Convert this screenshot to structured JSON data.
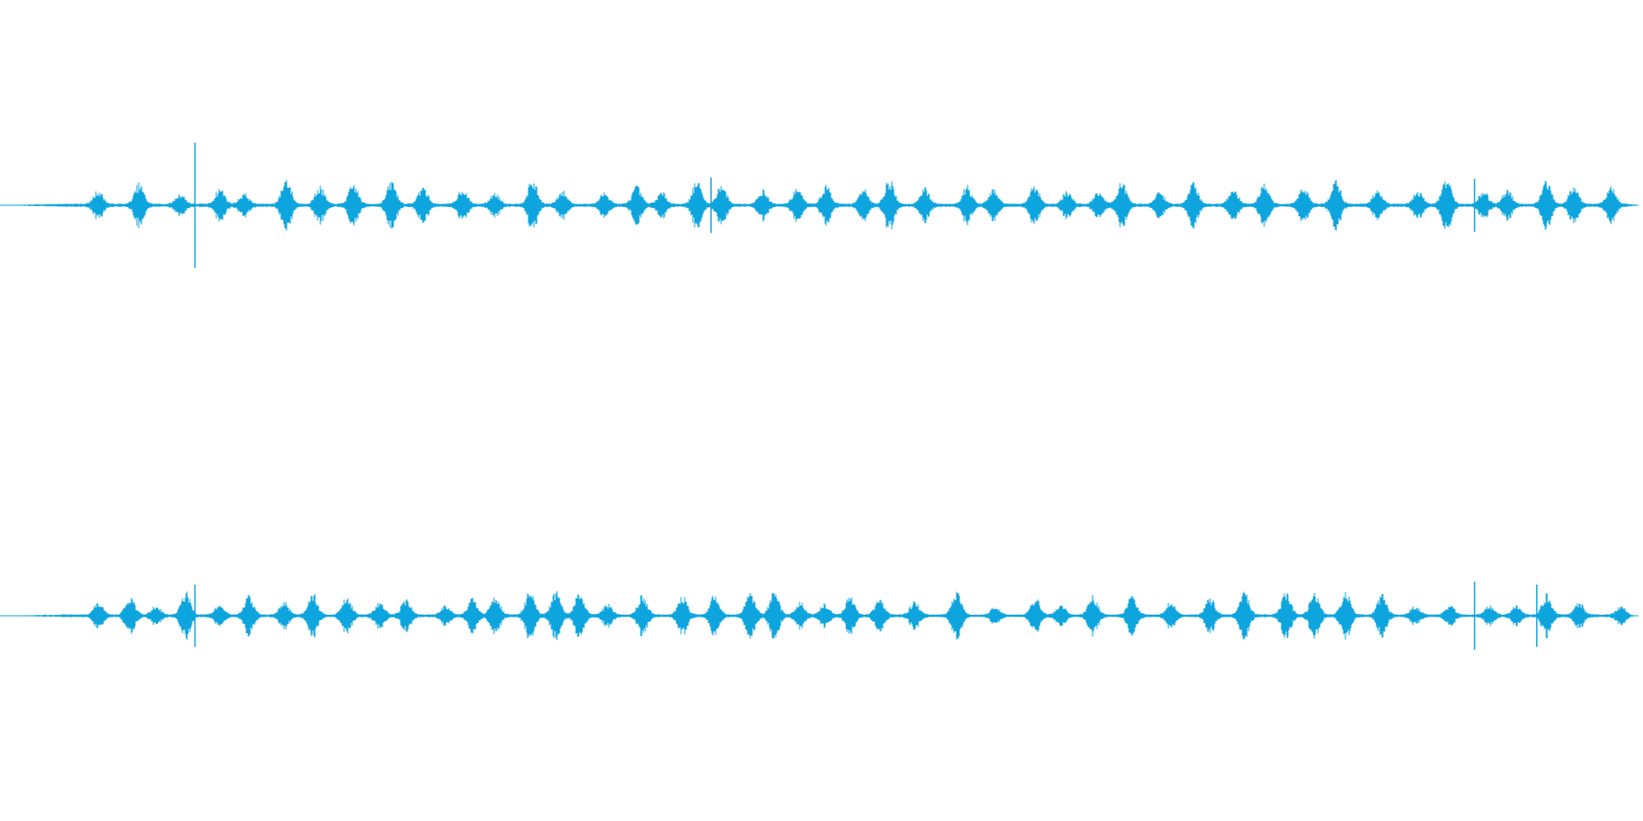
{
  "waveform": {
    "channels": [
      {
        "name": "",
        "seed": 7,
        "peak_amplitude": 0.14,
        "spike_events": [
          {
            "t": 0.119,
            "amp": 0.95
          },
          {
            "t": 0.434,
            "amp": 0.42
          },
          {
            "t": 0.9,
            "amp": 0.4
          }
        ]
      },
      {
        "name": "",
        "seed": 13,
        "peak_amplitude": 0.12,
        "spike_events": [
          {
            "t": 0.119,
            "amp": 0.55
          },
          {
            "t": 0.9,
            "amp": 0.6
          },
          {
            "t": 0.938,
            "amp": 0.55
          }
        ]
      }
    ],
    "color": "#0ea5de",
    "background": "#ffffff"
  }
}
